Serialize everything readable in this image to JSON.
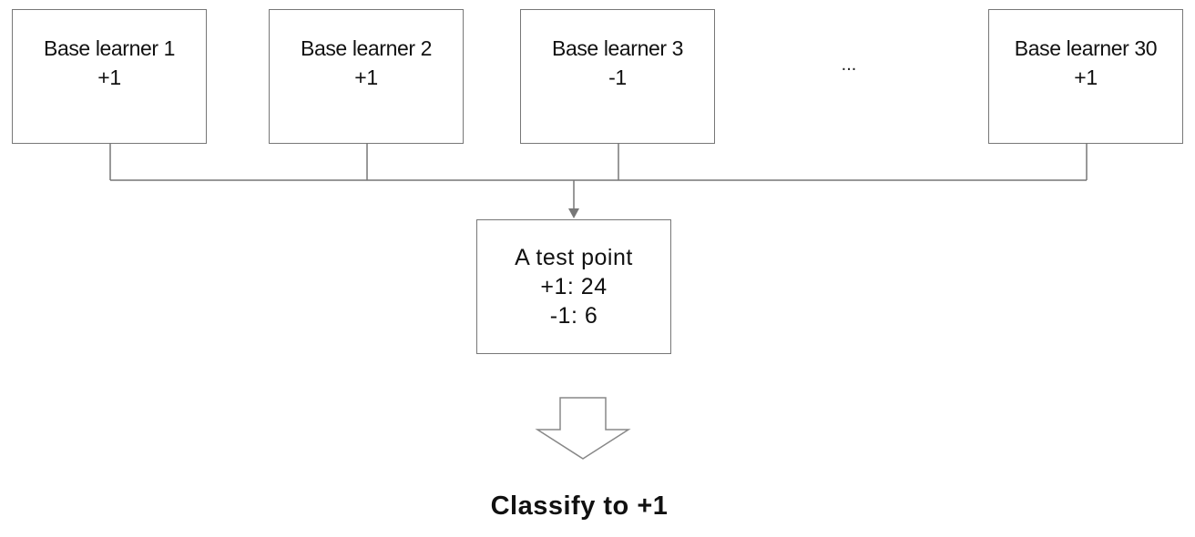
{
  "learners": [
    {
      "name": "Base learner 1",
      "vote": "+1"
    },
    {
      "name": "Base learner 2",
      "vote": "+1"
    },
    {
      "name": "Base learner 3",
      "vote": "-1"
    },
    {
      "name": "Base learner 30",
      "vote": "+1"
    }
  ],
  "ellipsis": "...",
  "test_point": {
    "title": "A test point",
    "count_pos": "+1: 24",
    "count_neg": "-1: 6"
  },
  "result": "Classify to +1",
  "colors": {
    "stroke": "#777777",
    "text": "#111111"
  }
}
